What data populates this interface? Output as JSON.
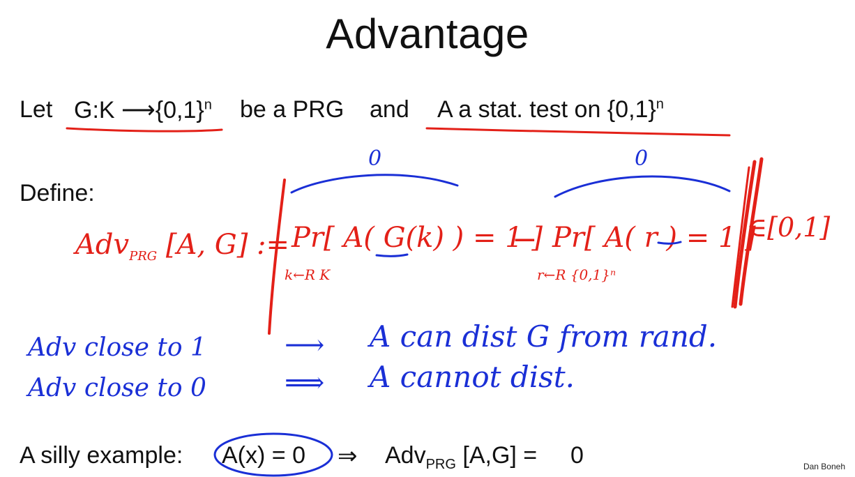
{
  "slide": {
    "title": "Advantage",
    "let_line": {
      "let": "Let",
      "prg_def": "G:K ⟶{0,1}",
      "prg_sup": "n",
      "be_prg": "be a PRG",
      "and": "and",
      "test_def": "A  a stat. test on  {0,1}",
      "test_sup": "n"
    },
    "define_label": "Define:",
    "handwriting": {
      "adv_lhs": "Adv",
      "adv_sub": "PRG",
      "adv_args": "[A, G] :=",
      "pr1": "Pr[ A( G(k) ) = 1 ]",
      "pr1_sub": "k←R K",
      "minus": "−",
      "pr2": "Pr[ A( r ) = 1 ]",
      "pr2_sub": "r←R {0,1}ⁿ",
      "range": "∈[0,1]",
      "zero1": "0",
      "zero2": "0",
      "line1_lhs": "Adv close to 1",
      "line1_arrow": "⟶",
      "line1_rhs": "A can dist G from rand.",
      "line2_lhs": "Adv close to 0",
      "line2_arrow": "⟹",
      "line2_rhs": "A cannot dist."
    },
    "example": {
      "label": "A silly example:",
      "expr": "A(x) = 0",
      "implies": "⇒",
      "adv": "Adv",
      "adv_sub": "PRG",
      "args": "[A,G] =",
      "value": "0"
    },
    "credit": "Dan Boneh",
    "colors": {
      "red_ink": "#e32018",
      "blue_ink": "#1a2fd6"
    }
  }
}
